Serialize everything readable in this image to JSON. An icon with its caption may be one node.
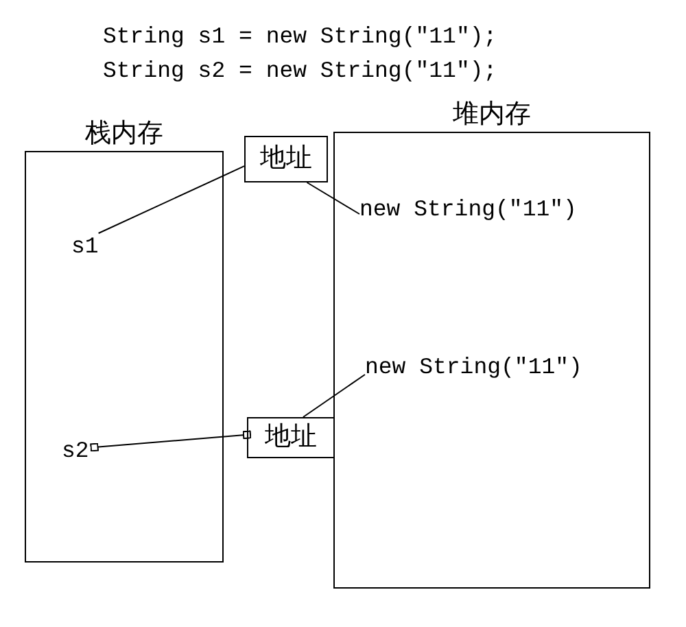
{
  "diagram": {
    "nodes": [
      {
        "text": [
          "栈内存"
        ]
      },
      {
        "text": [
          "s1"
        ],
        "in": 0
      },
      {
        "text": [
          "s2"
        ],
        "in": 0
      },
      {
        "text": [
          "地址"
        ]
      },
      {
        "text": [
          "地址"
        ]
      },
      {
        "text": [
          "堆内存"
        ]
      },
      {
        "text": [
          "new String(″11″)"
        ],
        "in": 5
      },
      {
        "text": [
          "new String(″11″)"
        ],
        "in": 5
      }
    ],
    "edges": [
      {
        "from": 1,
        "to": 3,
        "arrow": "none"
      },
      {
        "from": 3,
        "to": 6,
        "arrow": "none"
      },
      {
        "from": 2,
        "to": 4,
        "arrow": "other"
      },
      {
        "from": 4,
        "to": 7,
        "arrow": "none"
      }
    ],
    "labels": [
      "String s1 = new String(″11″);",
      "String s2 = new String(″11″);"
    ]
  }
}
